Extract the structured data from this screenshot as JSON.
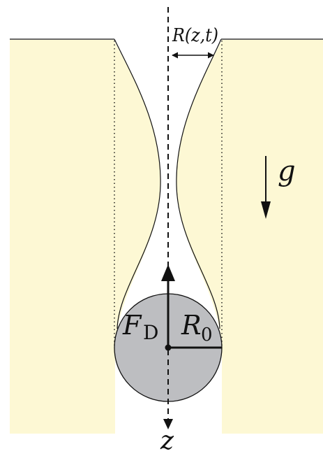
{
  "labels": {
    "radius_function": "R(z,t)",
    "gravity": "g",
    "drag_force_symbol": "F",
    "drag_force_subscript": "D",
    "sphere_radius_symbol": "R",
    "sphere_radius_subscript": "0",
    "vertical_axis": "z"
  },
  "colors": {
    "fluid": "#fdf8d4",
    "sphere": "#bdbec1",
    "ink": "#111111",
    "background": "#ffffff"
  }
}
